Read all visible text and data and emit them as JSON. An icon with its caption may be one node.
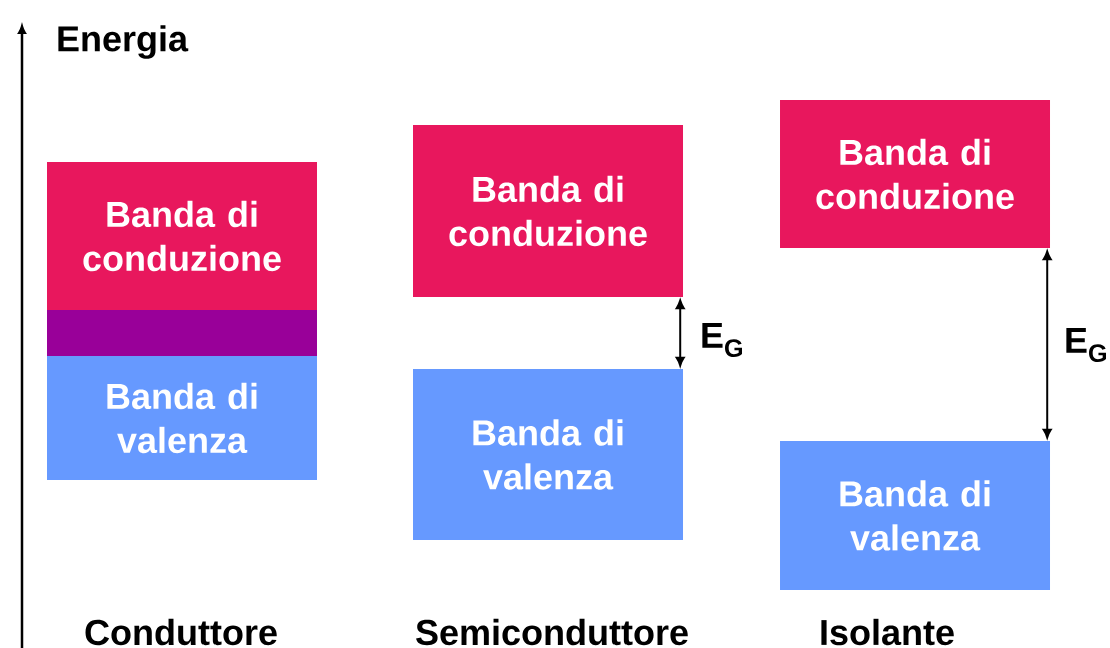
{
  "diagram": {
    "nodes": [
      {
        "text": [
          "Banda di conduzione"
        ]
      },
      {
        "text": [],
        "shape": "bar"
      },
      {
        "text": [
          "Banda di valenza"
        ]
      },
      {
        "text": [
          "Banda di conduzione"
        ]
      },
      {
        "text": [
          "Banda di valenza"
        ]
      },
      {
        "text": [
          "Banda di conduzione"
        ]
      },
      {
        "text": [
          "Banda di valenza"
        ]
      }
    ],
    "edges": [
      {
        "from": 3,
        "to": 4,
        "arrow": "both",
        "label": "E$_{G}$"
      },
      {
        "from": 5,
        "to": 6,
        "arrow": "both",
        "label": "E$_{G}$"
      }
    ],
    "labels": [
      "Energia",
      "Conduttore",
      "Semiconduttore",
      "Isolante"
    ]
  }
}
